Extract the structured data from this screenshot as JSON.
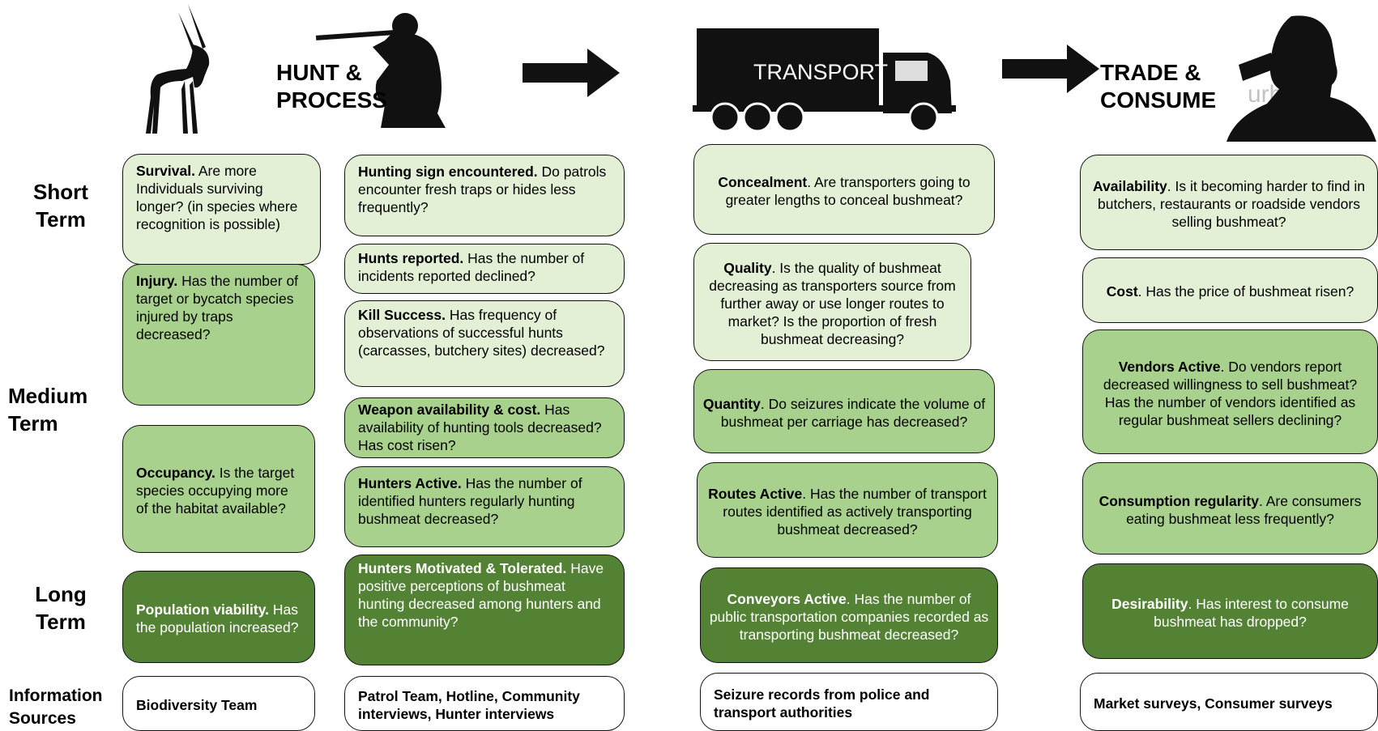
{
  "stages": {
    "hunt": "HUNT &\nPROCESS",
    "transport": "TRANSPORT",
    "trade": "TRADE &\nCONSUME"
  },
  "watermark": "urbox",
  "row_labels": {
    "short": "Short\nTerm",
    "medium": "Medium\nTerm",
    "long": "Long\nTerm",
    "sources": "Information\nSources"
  },
  "col1": {
    "survival": {
      "title": "Survival.",
      "text": " Are more Individuals surviving longer? (in species where recognition is possible)"
    },
    "injury": {
      "title": "Injury.",
      "text": " Has the number of target or bycatch species injured by traps decreased?"
    },
    "occupancy": {
      "title": "Occupancy.",
      "text": " Is the target species occupying more of the habitat available?"
    },
    "population": {
      "title": "Population viability.",
      "text": " Has the population increased?"
    },
    "source": "Biodiversity Team"
  },
  "col2": {
    "hunting_sign": {
      "title": "Hunting sign encountered.",
      "text": " Do patrols encounter fresh traps or hides less frequently?"
    },
    "hunts_reported": {
      "title": "Hunts reported.",
      "text": " Has the number of incidents reported declined?"
    },
    "kill_success": {
      "title": "Kill Success.",
      "text": " Has frequency of observations of successful hunts (carcasses, butchery sites) decreased?"
    },
    "weapon": {
      "title": "Weapon availability & cost.",
      "text": " Has availability of hunting tools decreased? Has cost risen?"
    },
    "hunters_active": {
      "title": "Hunters Active.",
      "text": " Has the number of identified hunters regularly hunting bushmeat decreased?"
    },
    "hunters_motivated": {
      "title": "Hunters Motivated & Tolerated.",
      "text": " Have positive perceptions of bushmeat hunting decreased among hunters and the community?"
    },
    "source": "Patrol Team, Hotline, Community interviews, Hunter interviews"
  },
  "col3": {
    "concealment": {
      "title": "Concealment",
      "text": ". Are transporters going to greater lengths to conceal bushmeat?"
    },
    "quality": {
      "title": "Quality",
      "text": ". Is the quality of bushmeat decreasing as transporters source from further away or use longer routes to market? Is the proportion of fresh bushmeat decreasing?"
    },
    "quantity": {
      "title": "Quantity",
      "text": ". Do seizures indicate the volume of bushmeat per carriage has decreased?"
    },
    "routes": {
      "title": "Routes Active",
      "text": ". Has the number of transport routes identified as actively transporting bushmeat decreased?"
    },
    "conveyors": {
      "title": "Conveyors Active",
      "text": ". Has the number of public transportation companies recorded as transporting bushmeat decreased?"
    },
    "source": "Seizure records from police and transport authorities"
  },
  "col4": {
    "availability": {
      "title": "Availability",
      "text": ". Is it becoming harder to find in butchers, restaurants or roadside vendors selling bushmeat?"
    },
    "cost": {
      "title": "Cost",
      "text": ". Has the price of bushmeat risen?"
    },
    "vendors": {
      "title": "Vendors Active",
      "text": ". Do vendors report decreased willingness to sell bushmeat? Has the number of vendors identified as regular bushmeat sellers declining?"
    },
    "consumption": {
      "title": "Consumption regularity",
      "text": ". Are consumers eating bushmeat less frequently?"
    },
    "desirability": {
      "title": "Desirability",
      "text": ". Has interest to consume bushmeat has dropped?"
    },
    "source": "Market surveys, Consumer surveys"
  },
  "colors": {
    "short": "#e3f0d6",
    "medium": "#a9d18e",
    "long": "#548235"
  }
}
